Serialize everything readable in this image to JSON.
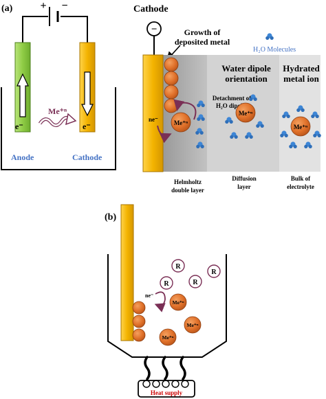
{
  "panel_a": {
    "label": "(a)",
    "battery": {
      "plus": "+",
      "minus": "−"
    },
    "cell": {
      "anode_label": "Anode",
      "cathode_label": "Cathode",
      "electron_left": "e⁻",
      "electron_right": "e⁻",
      "ion_label": "Me⁺ⁿ"
    },
    "detail": {
      "title": "Cathode",
      "minus_sign": "−",
      "growth_line1": "Growth of",
      "growth_line2": "deposited metal",
      "h2o_legend": "H₂O Molecules",
      "detachment_line1": "Detachment of",
      "detachment_line2": "H₂O dipoles",
      "water_dipole_line1": "Water dipole",
      "water_dipole_line2": "orientation",
      "hydrated_line1": "Hydrated",
      "hydrated_line2": "metal ion",
      "ne_label": "ne⁻",
      "ion_label": "Me⁺ⁿ",
      "helmholtz_line1": "Helmholtz",
      "helmholtz_line2": "double layer",
      "diffusion_line1": "Diffusion",
      "diffusion_line2": "layer",
      "bulk_line1": "Bulk of",
      "bulk_line2": "electrolyte"
    }
  },
  "panel_b": {
    "label": "(b)",
    "r_label": "R",
    "ne_label": "ne⁻",
    "ion_label": "Me⁺ⁿ",
    "heat_label": "Heat supply"
  },
  "colors": {
    "anode": "#9fd45a",
    "cathode": "#f5b800",
    "metal": "#e2742a",
    "water": "#3d86d6",
    "arrow": "#7a2f55",
    "label_blue": "#4472c4",
    "heat_red": "#cc0000"
  }
}
